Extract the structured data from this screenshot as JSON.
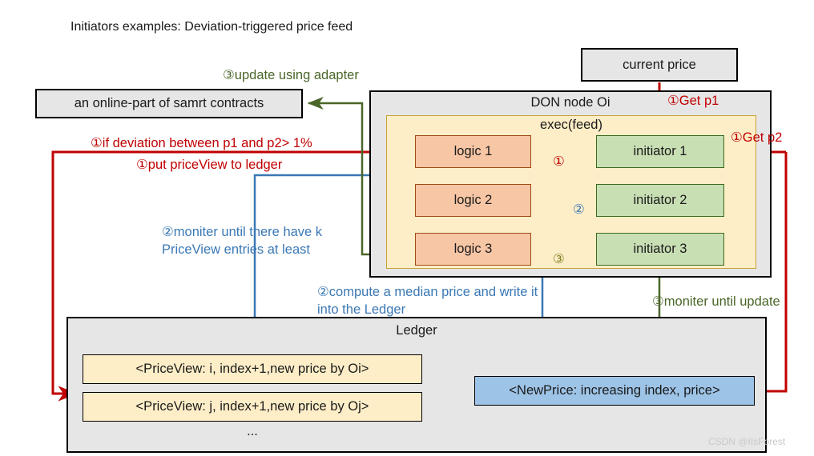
{
  "title": "Initiators examples: Deviation-triggered price feed",
  "boxes": {
    "current_price": "current price",
    "smart_contract": "an online-part of samrt contracts",
    "don_node": "DON node Oi",
    "exec_feed": "exec(feed)",
    "logic_1": "logic 1",
    "logic_2": "logic 2",
    "logic_3": "logic 3",
    "initiator_1": "initiator 1",
    "initiator_2": "initiator 2",
    "initiator_3": "initiator 3",
    "ledger": "Ledger",
    "priceview_1": "<PriceView: i, index+1,new price by Oi>",
    "priceview_2": "<PriceView: j, index+1,new price by Oj>",
    "ellipsis": "...",
    "newprice": "<NewPrice: increasing index, price>"
  },
  "annotations": {
    "update_adapter": "③update using adapter",
    "get_p1": "①Get p1",
    "get_p2": "①Get p2",
    "deviation": "①if deviation between p1 and p2> 1%",
    "put_priceview": "①put priceView to ledger",
    "moniter_k": "②moniter until there have k PriceView entries at least",
    "compute_median": "②compute a median price and write it into the Ledger",
    "moniter_update": "③moniter until update",
    "step_1": "①",
    "step_2": "②",
    "step_3": "③"
  },
  "watermark": "CSDN @IIsForest",
  "colors": {
    "red": "#c00000",
    "blue": "#3a78b5",
    "green": "#4a6629",
    "olive": "#7f7f1f",
    "logic_fill": "#f7c6a5",
    "initiator_fill": "#c8dfb4",
    "exec_fill": "#fdeec8",
    "gray_fill": "#e6e6e6",
    "newprice_fill": "#9dc3e6"
  }
}
